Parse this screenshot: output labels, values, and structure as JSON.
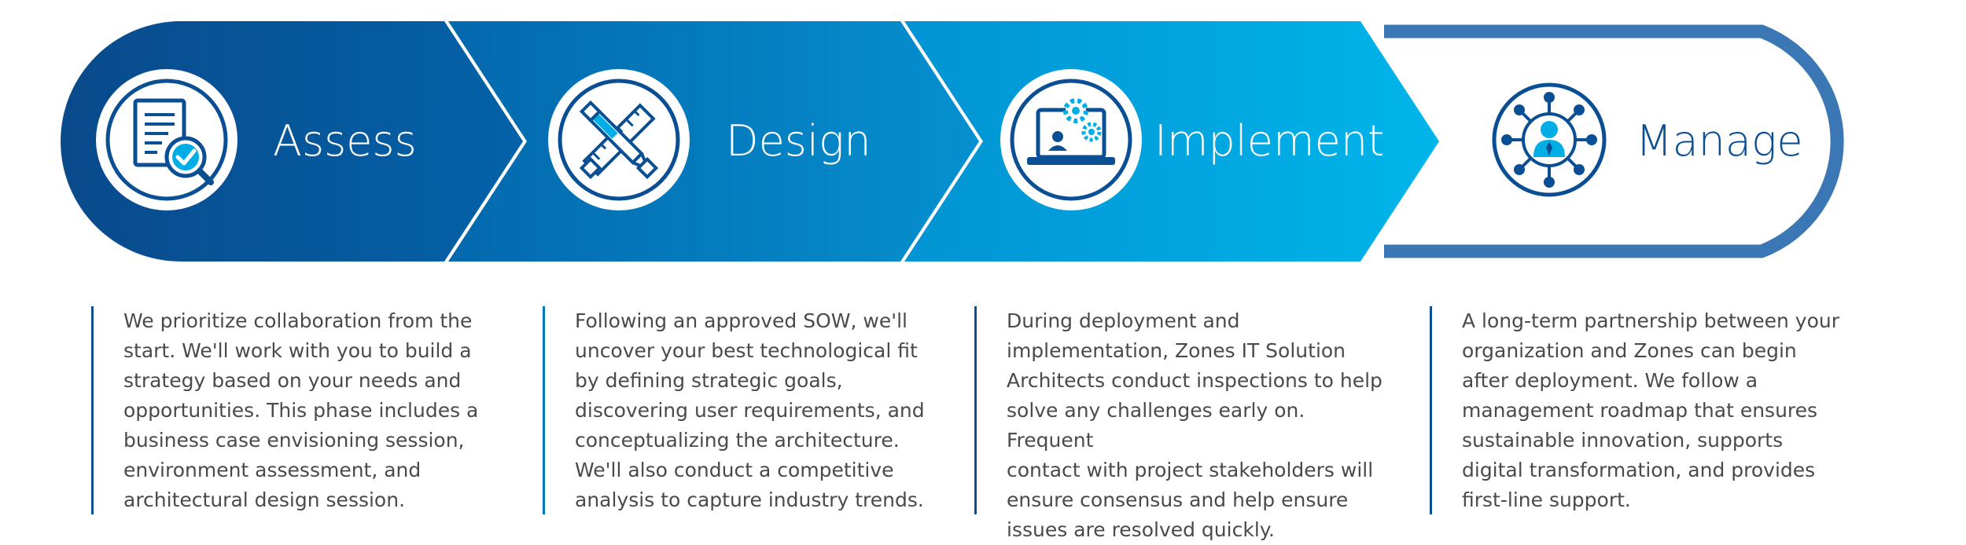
{
  "colors": {
    "navy": "#0a4f93",
    "mid_blue": "#0176bd",
    "sky_blue": "#00aee6",
    "steel_blue": "#3a77b4",
    "text_gray": "#4a4a4a"
  },
  "stages": [
    {
      "label": "Assess",
      "icon": "document-checkmark-icon",
      "description": "We prioritize collaboration from the\nstart. We'll work with you to build a\nstrategy based on your needs and\nopportunities. This phase includes a\nbusiness case envisioning session,\nenvironment assessment, and\narchitectural design session."
    },
    {
      "label": "Design",
      "icon": "ruler-pencil-icon",
      "description": "Following an approved SOW, we'll\nuncover your best technological fit\nby defining strategic goals,\ndiscovering user requirements, and\nconceptualizing the architecture.\nWe'll also conduct a competitive\nanalysis to capture industry trends."
    },
    {
      "label": "Implement",
      "icon": "laptop-gears-icon",
      "description": "During deployment and\nimplementation, Zones IT Solution\nArchitects conduct inspections to help\nsolve any challenges early on. Frequent\ncontact with project stakeholders will\nensure consensus and help ensure\nissues are resolved quickly."
    },
    {
      "label": "Manage",
      "icon": "person-network-icon",
      "description": "A long-term partnership between your\norganization and Zones can begin\nafter deployment. We follow a\nmanagement roadmap that ensures\nsustainable innovation, supports\ndigital transformation, and provides\nfirst-line support."
    }
  ]
}
